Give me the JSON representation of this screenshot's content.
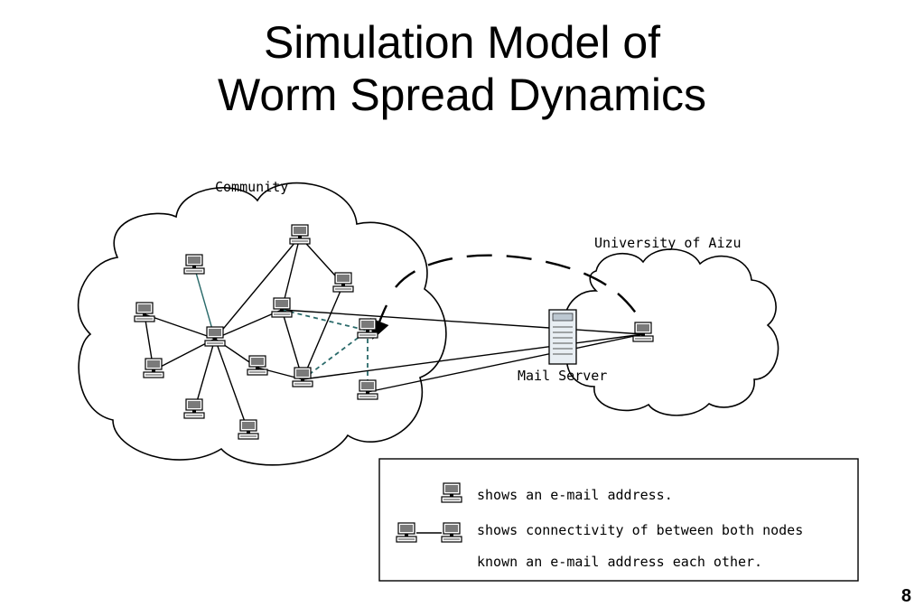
{
  "slide": {
    "title_line1": "Simulation Model of",
    "title_line2": "Worm Spread Dynamics",
    "page_number": "8"
  },
  "diagram": {
    "community_label": "Community",
    "university_label": "University of Aizu",
    "mail_server_label": "Mail Server",
    "legend": {
      "item1": "shows an e-mail address.",
      "item2_line1": "shows connectivity of between both nodes",
      "item2_line2": "known an e-mail address each other."
    },
    "colors": {
      "line": "#000000",
      "teal_link": "#2a6a6a",
      "node_screen": "#6b6b6b"
    }
  }
}
